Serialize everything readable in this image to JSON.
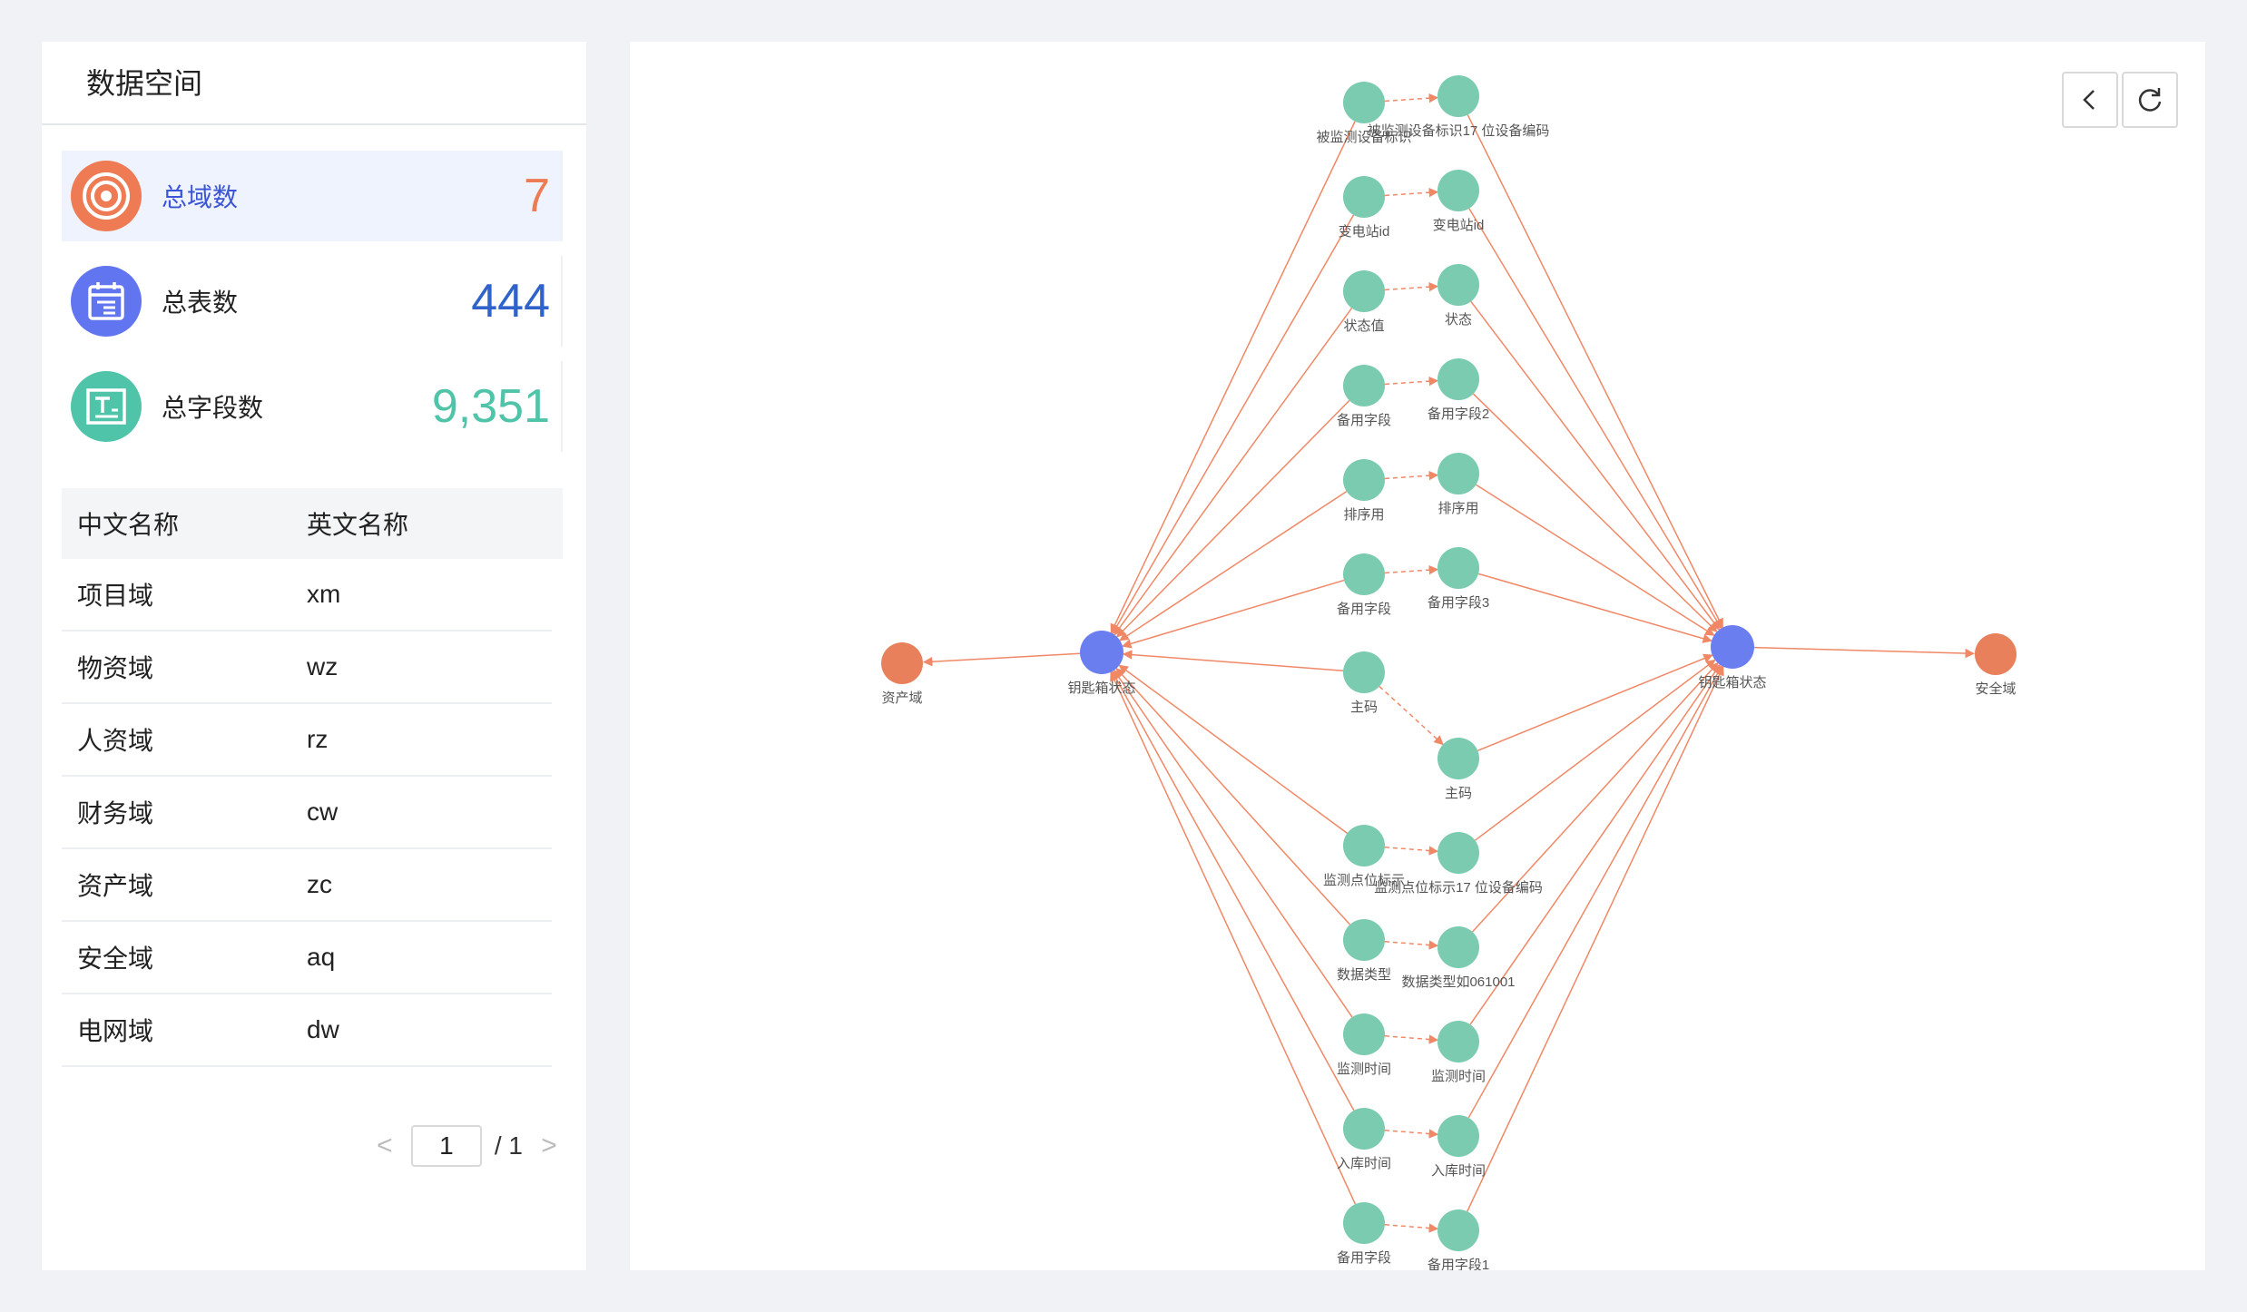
{
  "panel": {
    "title": "数据空间"
  },
  "stats": {
    "domains": {
      "label": "总域数",
      "value": "7",
      "color": "#ee7b54"
    },
    "tables": {
      "label": "总表数",
      "value": "444",
      "color": "#2f63c9"
    },
    "fields": {
      "label": "总字段数",
      "value": "9,351",
      "color": "#4fc4a8"
    }
  },
  "table": {
    "headers": [
      "中文名称",
      "英文名称"
    ],
    "rows": [
      [
        "项目域",
        "xm"
      ],
      [
        "物资域",
        "wz"
      ],
      [
        "人资域",
        "rz"
      ],
      [
        "财务域",
        "cw"
      ],
      [
        "资产域",
        "zc"
      ],
      [
        "安全域",
        "aq"
      ],
      [
        "电网域",
        "dw"
      ]
    ]
  },
  "pager": {
    "prev": "<",
    "current": "1",
    "total": "/ 1",
    "next": ">"
  },
  "toolbar": {
    "back_icon": "chevron-left-icon",
    "refresh_icon": "refresh-icon"
  },
  "graph": {
    "colors": {
      "domain": "#e8805c",
      "table": "#6b7ef0",
      "field": "#7acbb0",
      "edge": "#f08866"
    },
    "left_domain": "资产域",
    "right_domain": "安全域",
    "left_table": "钥匙箱状态",
    "right_table": "钥匙箱状态",
    "pairs": [
      [
        "被监测设备标识",
        "被监测设备标识17 位设备编码"
      ],
      [
        "变电站id",
        "变电站id"
      ],
      [
        "状态值",
        "状态"
      ],
      [
        "备用字段",
        "备用字段2"
      ],
      [
        "排序用",
        "排序用"
      ],
      [
        "备用字段",
        "备用字段3"
      ],
      [
        "主码",
        "主码"
      ],
      [
        "监测点位标示",
        "监测点位标示17 位设备编码"
      ],
      [
        "数据类型",
        "数据类型如061001"
      ],
      [
        "监测时间",
        "监测时间"
      ],
      [
        "入库时间",
        "入库时间"
      ],
      [
        "备用字段",
        "备用字段1"
      ]
    ]
  }
}
